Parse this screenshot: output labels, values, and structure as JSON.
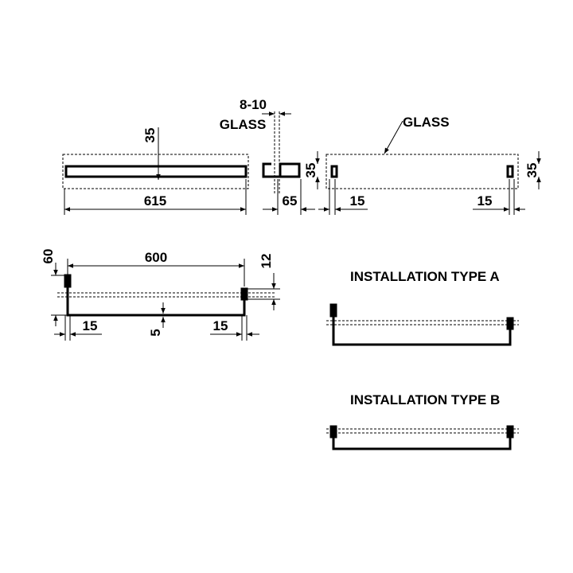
{
  "dimensions": {
    "top_depth": "35",
    "top_length": "615",
    "glass_thickness": "8-10",
    "glass_label": "GLASS",
    "side_depth": "65",
    "side_height": "35",
    "callout_glass": "GLASS",
    "right_height": "35",
    "right_offset_left": "15",
    "right_offset_right": "15",
    "front_height": "60",
    "front_length": "600",
    "front_gap": "12",
    "front_offset_left": "15",
    "front_offset_right": "15",
    "front_thickness": "5"
  },
  "installation": {
    "type_a_label": "INSTALLATION TYPE A",
    "type_b_label": "INSTALLATION TYPE B"
  },
  "colors": {
    "line": "#000000",
    "background": "#ffffff"
  }
}
